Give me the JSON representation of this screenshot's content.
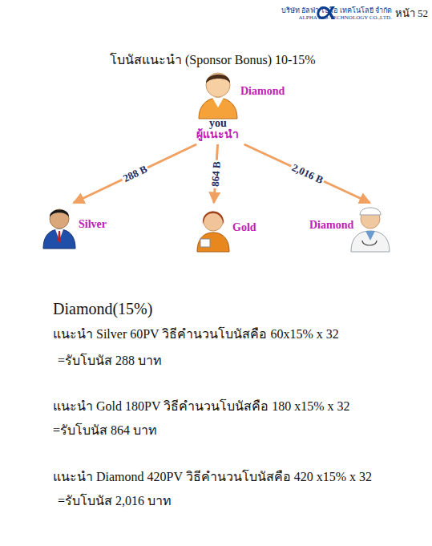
{
  "diagram": {
    "title": "โบนัสแนะนำ (Sponsor Bonus) 10-15%",
    "nodes": [
      {
        "text": [
          "Diamond",
          "you",
          "ผู้แนะนำ"
        ]
      },
      {
        "text": [
          "Silver"
        ]
      },
      {
        "text": [
          "Gold"
        ]
      },
      {
        "text": [
          "Diamond"
        ]
      }
    ],
    "edges": [
      {
        "from": 0,
        "to": 1,
        "arrow": "to",
        "label": "288 B"
      },
      {
        "from": 0,
        "to": 2,
        "arrow": "to",
        "label": "864 B"
      },
      {
        "from": 0,
        "to": 3,
        "arrow": "to",
        "label": "2,016 B"
      }
    ],
    "labels": [
      "บริษัท อัลฟ่า ไบโอ เทคโนโลยี จำกัด",
      "ALPHA BIO-TECHNOLOGY CO.,LTD.",
      "หน้า 52",
      "Diamond(15%)",
      "แนะนำ Silver 60PV วิธีคำนวนโบนัสคือ 60x15% x 32",
      "=รับโบนัส 288 บาท",
      "แนะนำ Gold 180PV วิธีคำนวนโบนัสคือ 180 x15% x 32",
      "=รับโบนัส 864 บาท",
      "แนะนำ Diamond 420PV วิธีคำนวนโบนัสคือ 420 x15% x 32",
      "=รับโบนัส 2,016 บาท"
    ]
  }
}
